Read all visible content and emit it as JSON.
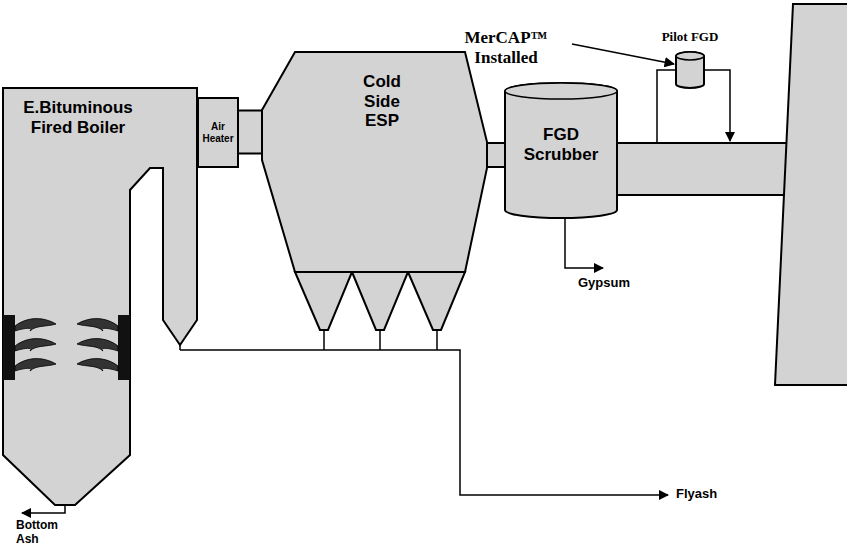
{
  "diagram": {
    "nodes": [
      {
        "text": [
          "E.Bituminous Fired Boiler"
        ]
      },
      {
        "text": [
          "Air Heater"
        ]
      },
      {
        "text": [
          "Cold Side ESP"
        ]
      },
      {
        "text": [
          "FGD Scrubber"
        ]
      },
      {
        "text": [
          "Pilot FGD"
        ]
      }
    ],
    "edges": [
      {
        "from": 1,
        "to": 2,
        "arrow": "none"
      },
      {
        "from": 2,
        "to": 3,
        "arrow": "none"
      },
      {
        "from": 3,
        "to": 4,
        "arrow": "none"
      }
    ],
    "labels": [
      "MerCAP™ Installed",
      "Gypsum",
      "Flyash",
      "Bottom Ash"
    ]
  }
}
